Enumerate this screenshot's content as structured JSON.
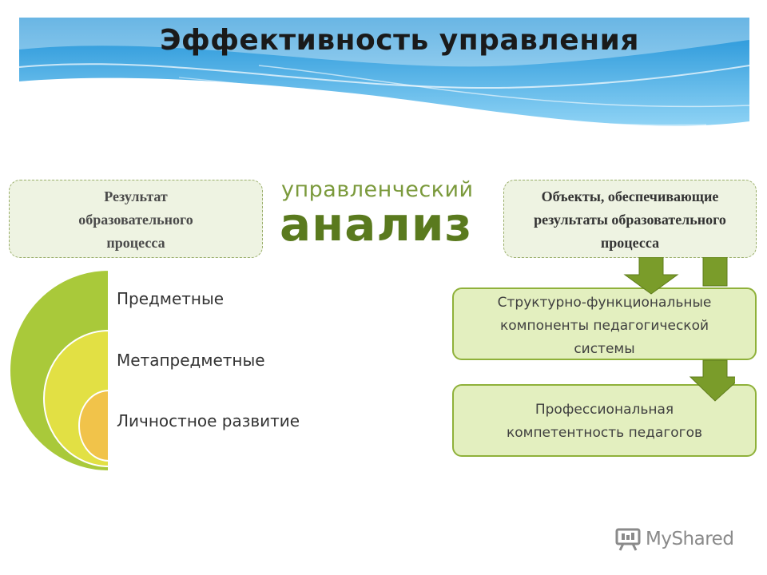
{
  "title": "Эффективность управления",
  "left_box": {
    "lines": [
      "Результат",
      "образовательного",
      "процесса"
    ]
  },
  "center": {
    "small": "управленческий",
    "big": "анализ"
  },
  "right_box": {
    "lines": [
      "Объекты, обеспечивающие",
      "результаты образовательного",
      "процесса"
    ]
  },
  "levels": [
    {
      "label": "Предметные",
      "color": "#a9c93a"
    },
    {
      "label": "Метапредметные",
      "color": "#e2e044"
    },
    {
      "label": "Личностное развитие",
      "color": "#f1c34a"
    }
  ],
  "flow_boxes": [
    {
      "lines": [
        "Структурно-функциональные",
        "компоненты педагогической",
        "системы"
      ]
    },
    {
      "lines": [
        "Профессиональная",
        "компетентность  педагогов"
      ]
    }
  ],
  "colors": {
    "accent_green": "#8fb13a",
    "arrow_green": "#7a9c2a",
    "banner_blue": "#3aa6e0"
  },
  "watermark": {
    "text": "MyShared",
    "icon": "presentation-board-icon"
  }
}
